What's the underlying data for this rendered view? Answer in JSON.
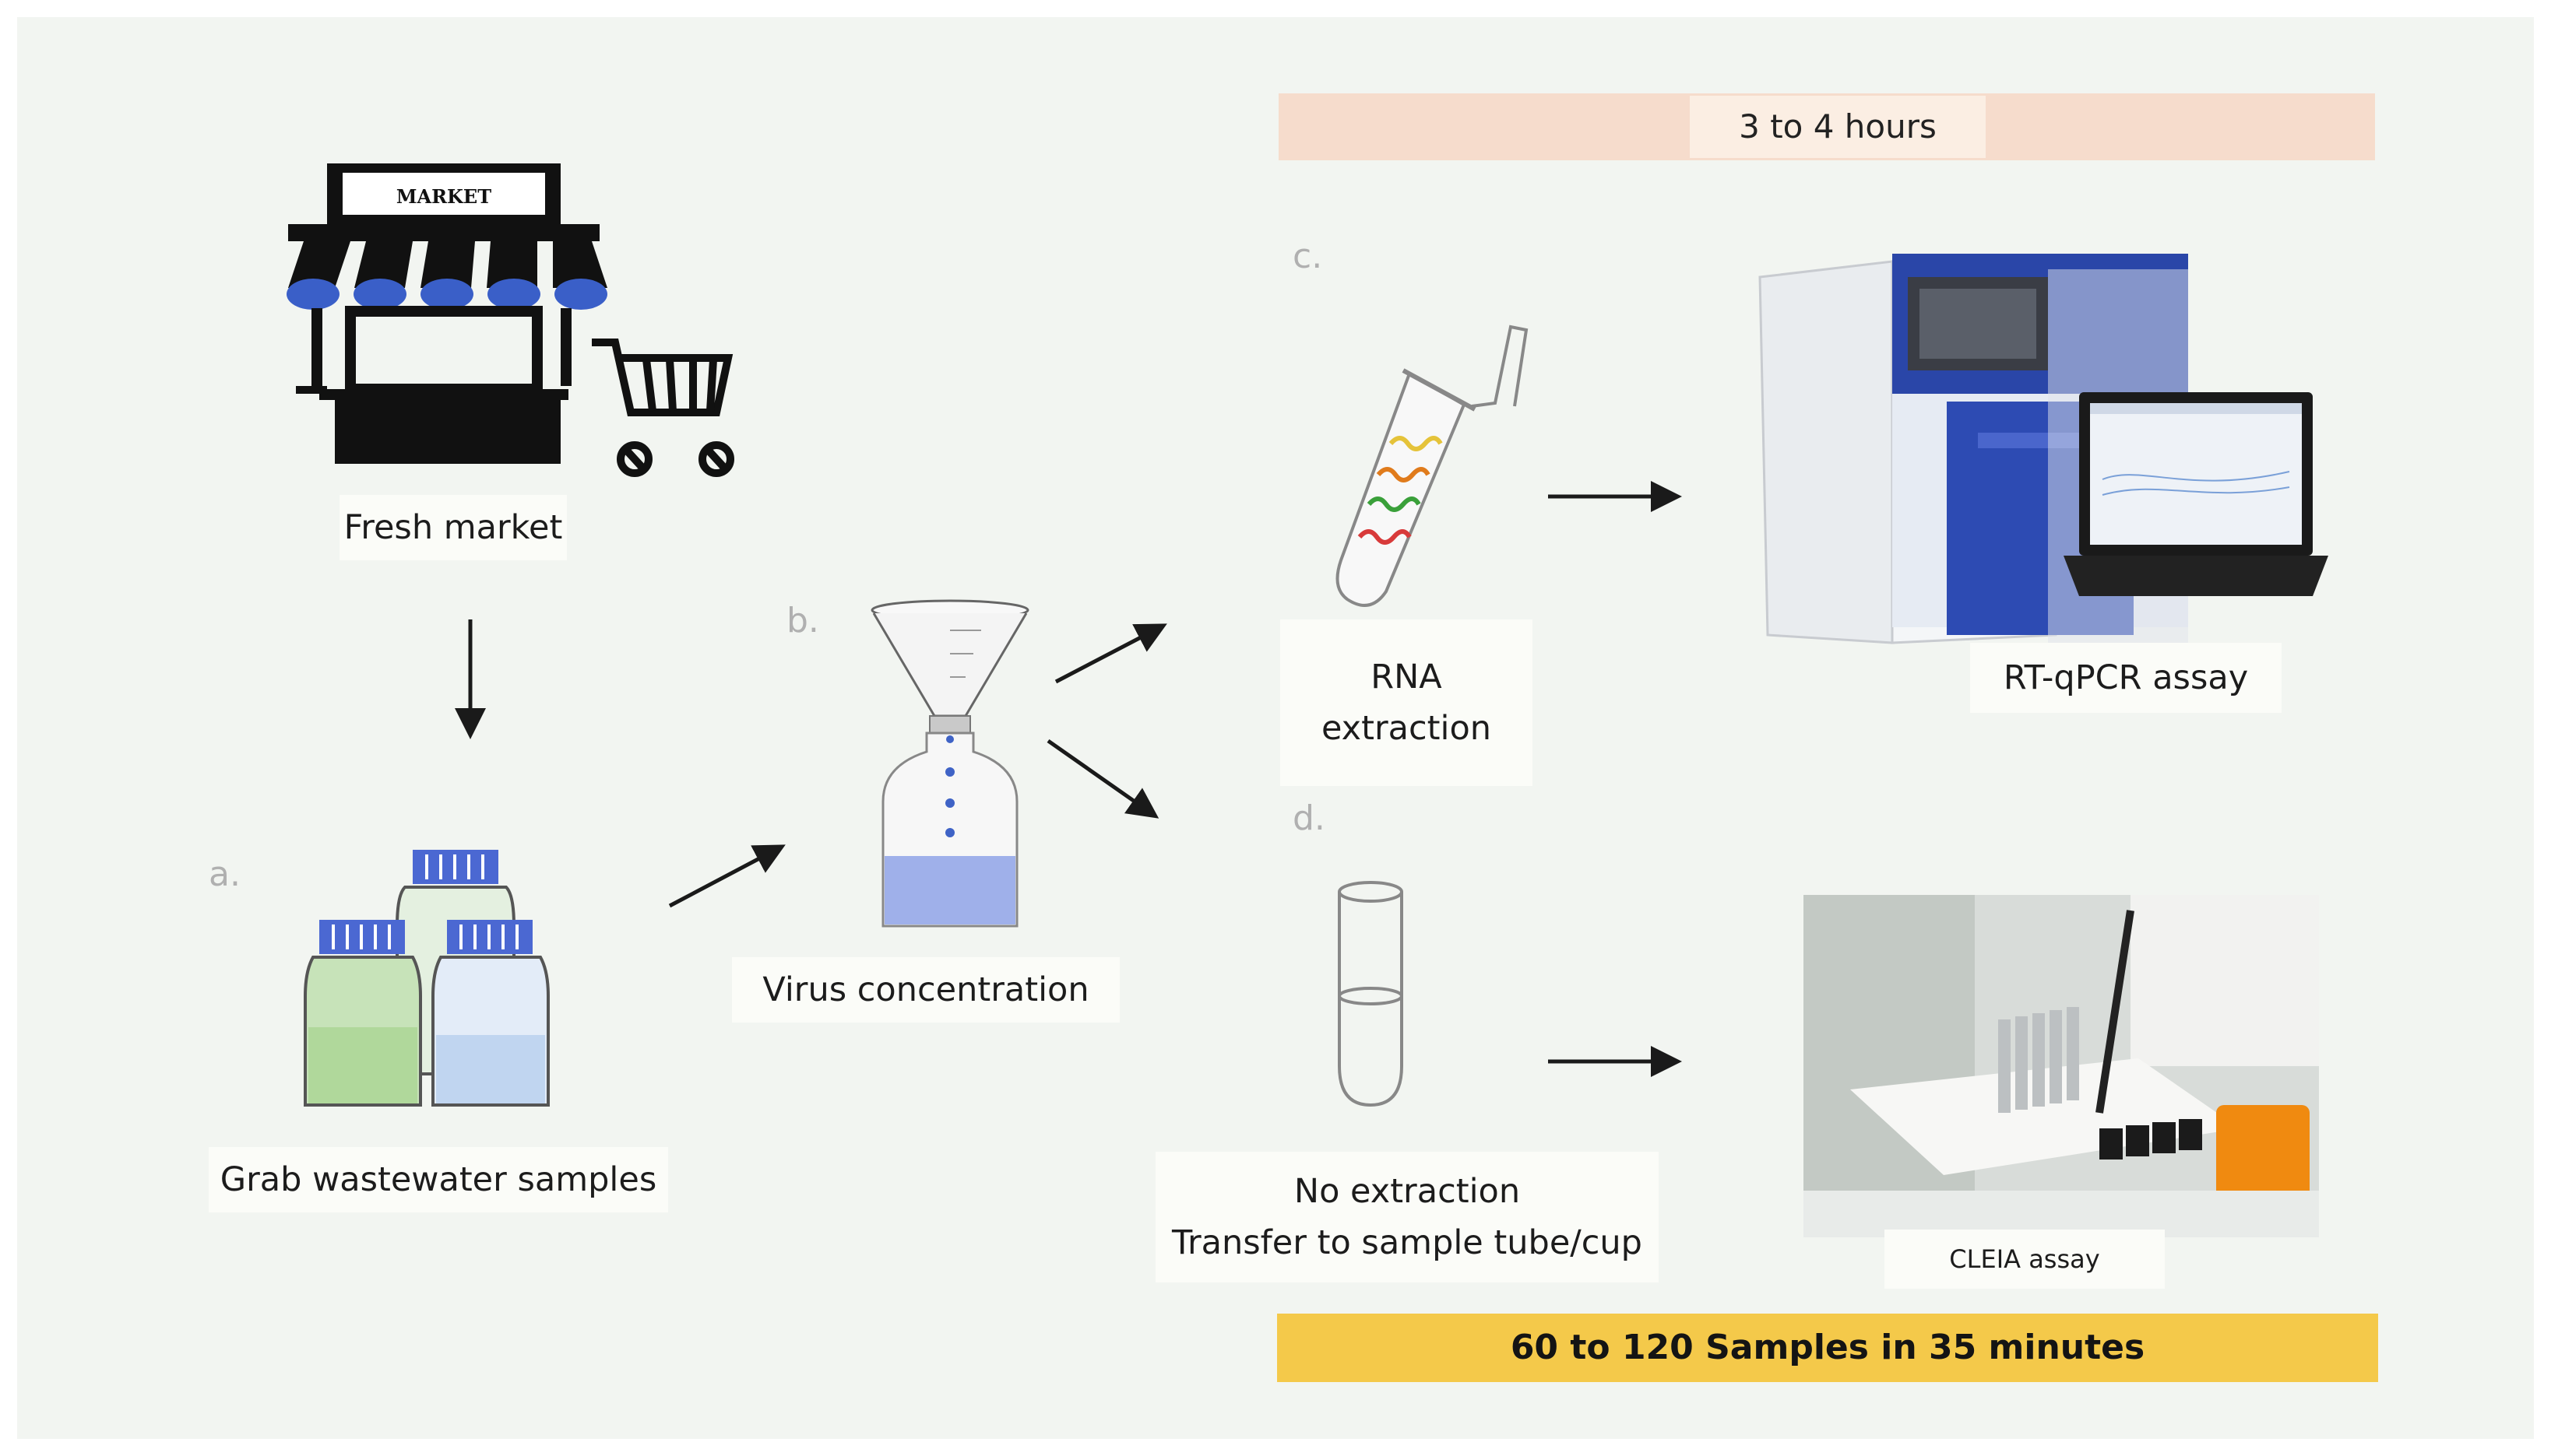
{
  "timing": {
    "rtqpcr_duration": "3 to 4 hours",
    "cleia_throughput": "60 to 120 Samples in 35 minutes"
  },
  "steps": {
    "a": "a.",
    "b": "b.",
    "c": "c.",
    "d": "d."
  },
  "nodes": {
    "market_sign": "MARKET",
    "fresh_market": "Fresh market",
    "grab_samples": "Grab wastewater samples",
    "virus_concentration": "Virus concentration",
    "rna_extraction_line1": "RNA",
    "rna_extraction_line2": "extraction",
    "rtqpcr": "RT-qPCR assay",
    "no_extraction_line1": "No extraction",
    "no_extraction_line2": "Transfer to sample tube/cup",
    "cleia": "CLEIA assay"
  },
  "colors": {
    "panel_bg": "#f2f5f1",
    "time_bar": "#f6dccc",
    "throughput_bar": "#f4c94a",
    "accent_blue": "#3f63c6",
    "cap_blue": "#4b68d2"
  }
}
